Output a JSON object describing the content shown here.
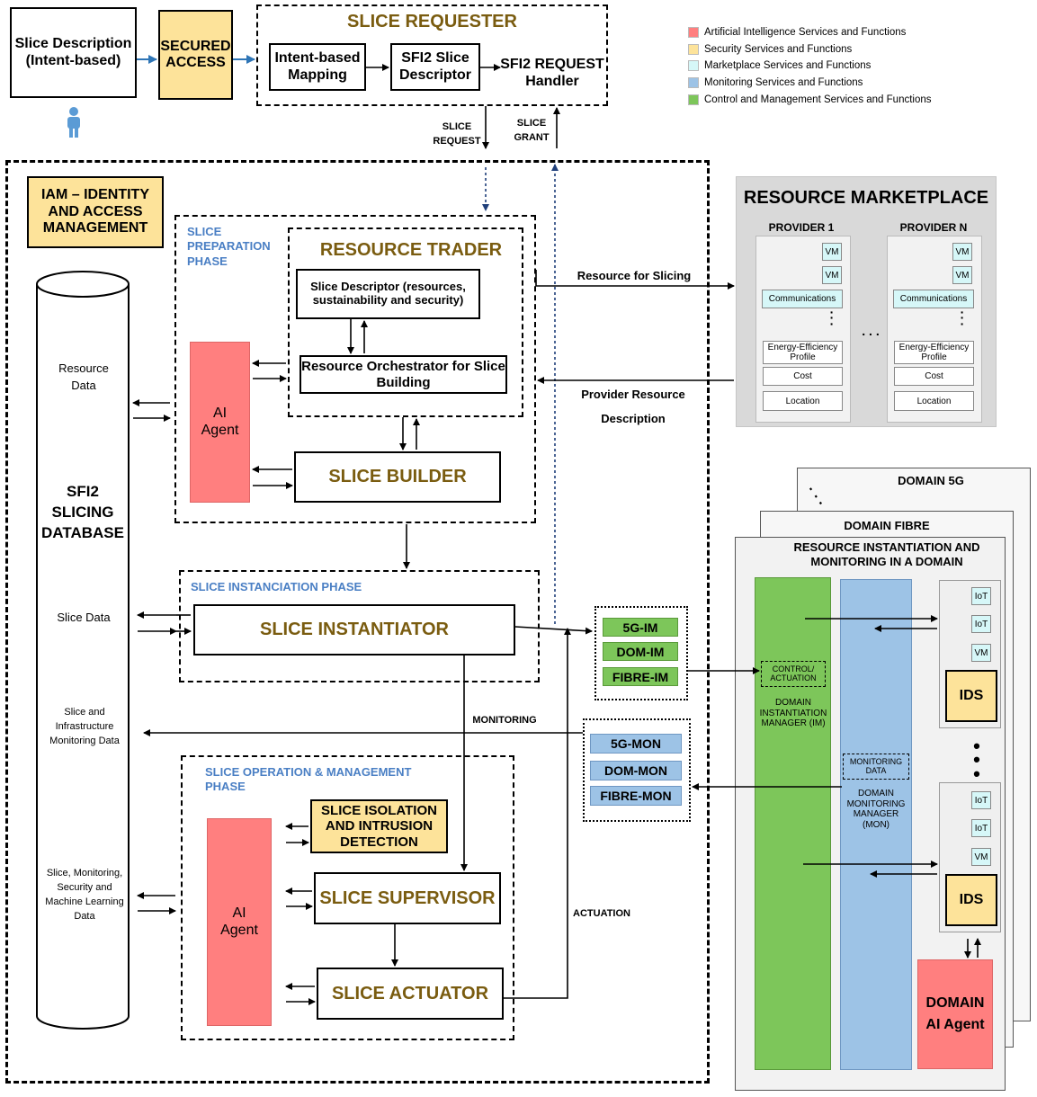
{
  "legend": [
    {
      "label": "Artificial Intelligence Services and Functions",
      "color": "#ff7f7f"
    },
    {
      "label": "Security Services and Functions",
      "color": "#fde39a"
    },
    {
      "label": "Marketplace Services and Functions",
      "color": "#d6f7f8"
    },
    {
      "label": "Monitoring Services and Functions",
      "color": "#9dc3e6"
    },
    {
      "label": "Control and Management Services and Functions",
      "color": "#7dc65a"
    }
  ],
  "top": {
    "slice_description": "Slice Description (Intent-based)",
    "secured_access": "SECURED ACCESS",
    "slice_requester_title": "SLICE REQUESTER",
    "intent_mapping": "Intent-based Mapping",
    "sfi2_descriptor": "SFI2 Slice Descriptor",
    "sfi2_handler": "SFI2 REQUEST Handler",
    "slice_request": "SLICE REQUEST",
    "slice_grant": "SLICE GRANT"
  },
  "main": {
    "iam": "IAM – IDENTITY AND ACCESS MANAGEMENT",
    "database": "SFI2 SLICING DATABASE",
    "db_labels": [
      "Resource Data",
      "Slice Data",
      "Slice and Infrastructure Monitoring Data",
      "Slice, Monitoring, Security and Machine Learning Data"
    ],
    "prep_phase": "SLICE PREPARATION PHASE",
    "resource_trader": "RESOURCE TRADER",
    "slice_descriptor": "Slice Descriptor (resources, sustainability and security)",
    "resource_orchestrator": "Resource Orchestrator for Slice Building",
    "ai_agent": "AI Agent",
    "slice_builder": "SLICE BUILDER",
    "inst_phase": "SLICE INSTANCIATION PHASE",
    "slice_instantiator": "SLICE INSTANTIATOR",
    "monitoring": "MONITORING",
    "actuation": "ACTUATION",
    "op_phase": "SLICE OPERATION & MANAGEMENT PHASE",
    "isolation": "SLICE ISOLATION AND INTRUSION DETECTION",
    "supervisor": "SLICE SUPERVISOR",
    "actuator": "SLICE ACTUATOR",
    "im_items": [
      "5G-IM",
      "DOM-IM",
      "FIBRE-IM"
    ],
    "mon_items": [
      "5G-MON",
      "DOM-MON",
      "FIBRE-MON"
    ]
  },
  "marketplace": {
    "title": "RESOURCE MARKETPLACE",
    "provider1": "PROVIDER 1",
    "providerN": "PROVIDER N",
    "vm": "VM",
    "communications": "Communications",
    "energy": "Energy-Efficiency Profile",
    "cost": "Cost",
    "location": "Location",
    "ellipsis": ". . .",
    "resource_for_slicing": "Resource for Slicing",
    "provider_resource_desc": "Provider Resource Description"
  },
  "domains": {
    "domain_5g": "DOMAIN 5G",
    "domain_fibre": "DOMAIN FIBRE",
    "domain_main": "RESOURCE INSTANTIATION AND MONITORING IN A DOMAIN",
    "control_actuation": "CONTROL/ ACTUATION",
    "im_manager": "DOMAIN INSTANTIATION MANAGER (IM)",
    "monitoring_data": "MONITORING DATA",
    "mon_manager": "DOMAIN MONITORING MANAGER (MON)",
    "iot": "IoT",
    "vm": "VM",
    "ids": "IDS",
    "domain_ai_agent": "DOMAIN AI Agent"
  }
}
